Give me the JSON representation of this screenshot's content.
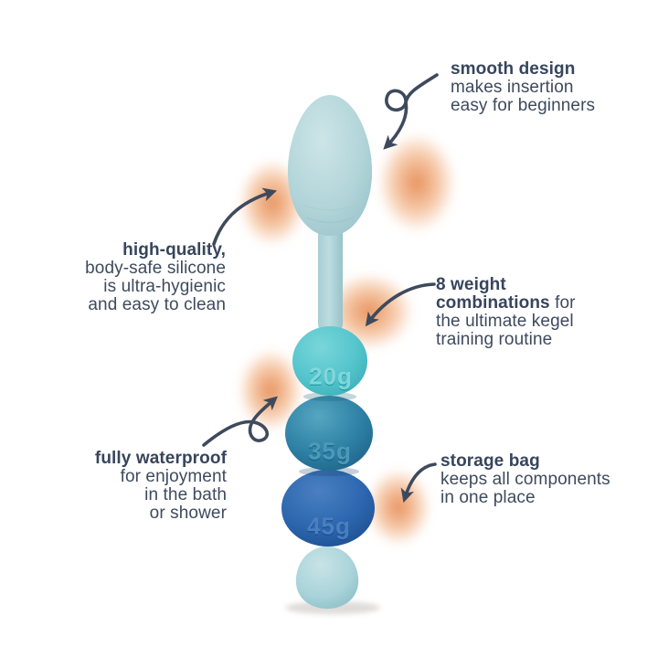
{
  "annotations": {
    "smooth_design": {
      "title": "smooth design",
      "lines": [
        "makes insertion",
        "easy for beginners"
      ]
    },
    "high_quality": {
      "title": "high-quality,",
      "lines": [
        "body-safe silicone",
        "is ultra-hygienic",
        "and easy to clean"
      ]
    },
    "weight_combinations": {
      "title_line1": "8 weight",
      "title_bold": "combinations",
      "title_rest": " for",
      "lines": [
        "the ultimate kegel",
        "training routine"
      ]
    },
    "fully_waterproof": {
      "title": "fully waterproof",
      "lines": [
        "for enjoyment",
        "in the bath",
        "or shower"
      ]
    },
    "storage_bag": {
      "title": "storage bag",
      "lines": [
        "keeps all components",
        "in one place"
      ]
    }
  },
  "product": {
    "weights": [
      {
        "label": "20g"
      },
      {
        "label": "35g"
      },
      {
        "label": "45g"
      }
    ]
  },
  "colors": {
    "ink": "#3e4a5e",
    "glow": "#ea9a62",
    "egg": "#b2d5d9",
    "ball_20g": "#54c5cc",
    "ball_35g": "#2e80a5",
    "ball_45g": "#2c66ae",
    "tail_ball": "#a9d4da"
  }
}
